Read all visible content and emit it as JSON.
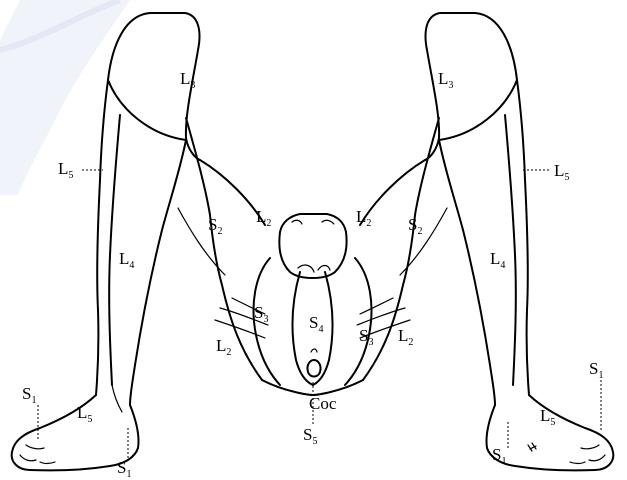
{
  "labels": {
    "l3_left": {
      "base": "L",
      "sub": "3"
    },
    "l3_right": {
      "base": "L",
      "sub": "3"
    },
    "l5_left_leg": {
      "base": "L",
      "sub": "5"
    },
    "l5_right_leg": {
      "base": "L",
      "sub": "5"
    },
    "s2_left": {
      "base": "S",
      "sub": "2"
    },
    "s2_right": {
      "base": "S",
      "sub": "2"
    },
    "l2_left_upper": {
      "base": "L",
      "sub": "2"
    },
    "l2_right_upper": {
      "base": "L",
      "sub": "2"
    },
    "l4_left": {
      "base": "L",
      "sub": "4"
    },
    "l4_right": {
      "base": "L",
      "sub": "4"
    },
    "s3_left": {
      "base": "S",
      "sub": "3"
    },
    "s3_right": {
      "base": "S",
      "sub": "3"
    },
    "s4": {
      "base": "S",
      "sub": "4"
    },
    "l2_left_lower": {
      "base": "L",
      "sub": "2"
    },
    "l2_right_lower": {
      "base": "L",
      "sub": "2"
    },
    "s1_left_top": {
      "base": "S",
      "sub": "1"
    },
    "s1_right_top": {
      "base": "S",
      "sub": "1"
    },
    "l5_left_foot": {
      "base": "L",
      "sub": "5"
    },
    "l5_right_foot": {
      "base": "L",
      "sub": "5"
    },
    "s1_left_bottom": {
      "base": "S",
      "sub": "1"
    },
    "s1_right_bottom": {
      "base": "S",
      "sub": "1"
    },
    "coc": {
      "base": "Coc",
      "sub": ""
    },
    "s5": {
      "base": "S",
      "sub": "5"
    }
  }
}
